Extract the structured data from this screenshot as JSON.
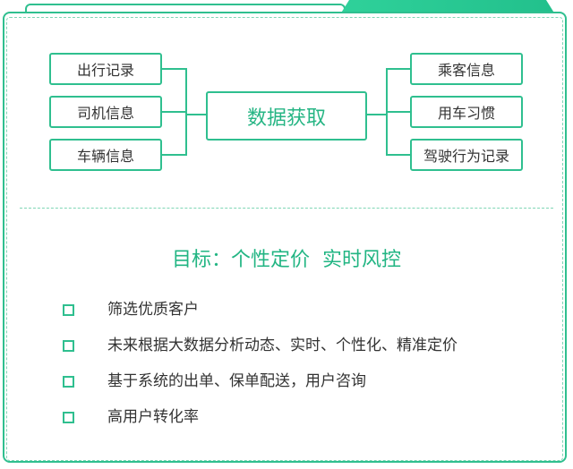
{
  "diagram": {
    "center": "数据获取",
    "left_inputs": [
      "出行记录",
      "司机信息",
      "车辆信息"
    ],
    "right_inputs": [
      "乘客信息",
      "用车习惯",
      "驾驶行为记录"
    ]
  },
  "goal": {
    "title": "目标：个性定价  实时风控"
  },
  "items": [
    "筛选优质客户",
    "未来根据大数据分析动态、实时、个性化、精准定价",
    "基于系统的出单、保单配送，用户咨询",
    "高用户转化率"
  ],
  "colors": {
    "accent": "#2fbf8f",
    "accent_text": "#22b583",
    "text": "#333333"
  }
}
